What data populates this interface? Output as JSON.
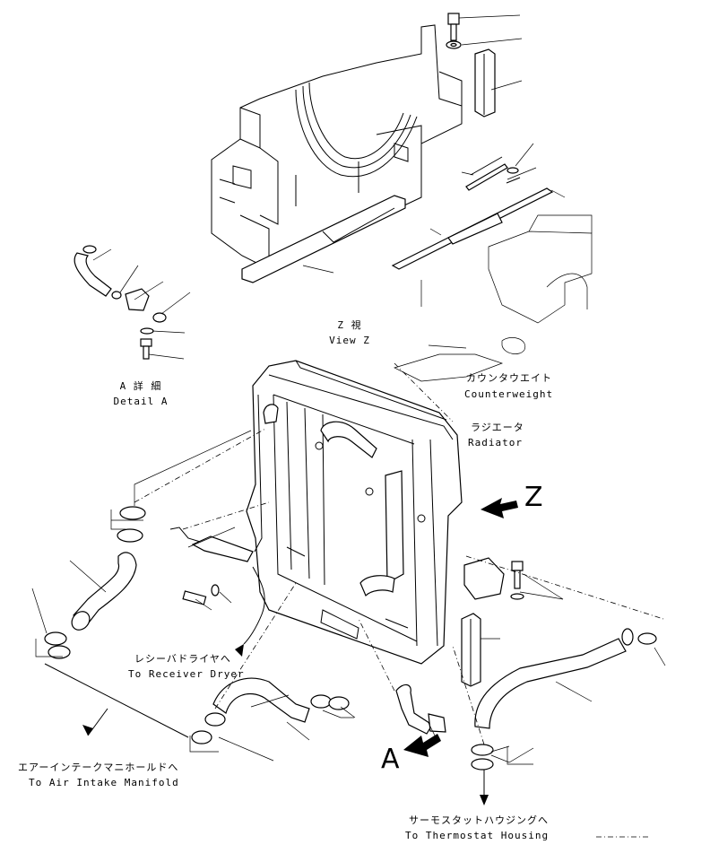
{
  "labels": {
    "view_z_jp": "Z 視",
    "view_z_en": "View Z",
    "detail_a_jp": "A 詳 細",
    "detail_a_en": "Detail A",
    "counterweight_jp": "カウンタウエイト",
    "counterweight_en": "Counterweight",
    "radiator_jp": "ラジエータ",
    "radiator_en": "Radiator",
    "receiver_jp": "レシーバドライヤへ",
    "receiver_en": "To Receiver Dryer",
    "intake_jp": "エアーインテークマニホールドへ",
    "intake_en": "To Air Intake Manifold",
    "thermostat_jp": "サーモスタットハウジングへ",
    "thermostat_en": "To Thermostat Housing",
    "arrow_z": "Z",
    "arrow_a": "A"
  },
  "colors": {
    "ink": "#000000",
    "paper": "#ffffff"
  }
}
